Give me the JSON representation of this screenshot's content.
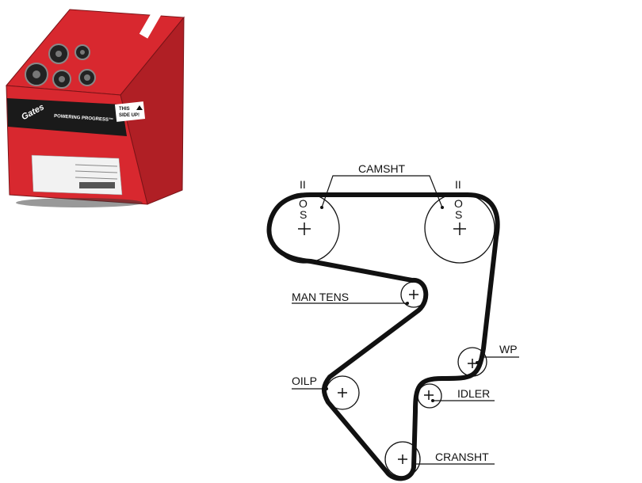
{
  "box": {
    "brand": "Gates",
    "tagline": "POWERING PROGRESS™",
    "side_up_line1": "THIS",
    "side_up_line2": "SIDE UP!",
    "colors": {
      "red": "#d8282f",
      "dark_red": "#9e1c22",
      "black": "#1a1a1a",
      "label": "#f2f2f2"
    }
  },
  "diagram": {
    "labels": {
      "camshaft": "CAMSHT",
      "manual_tensioner": "MAN TENS",
      "water_pump": "WP",
      "oil_pump": "OILP",
      "idler": "IDLER",
      "crankshaft": "CRANSHT"
    },
    "timing_marks": {
      "left_top": "II",
      "right_top": "II",
      "left_pulley_o": "O",
      "left_pulley_s": "S",
      "right_pulley_o": "O",
      "right_pulley_s": "S"
    }
  }
}
